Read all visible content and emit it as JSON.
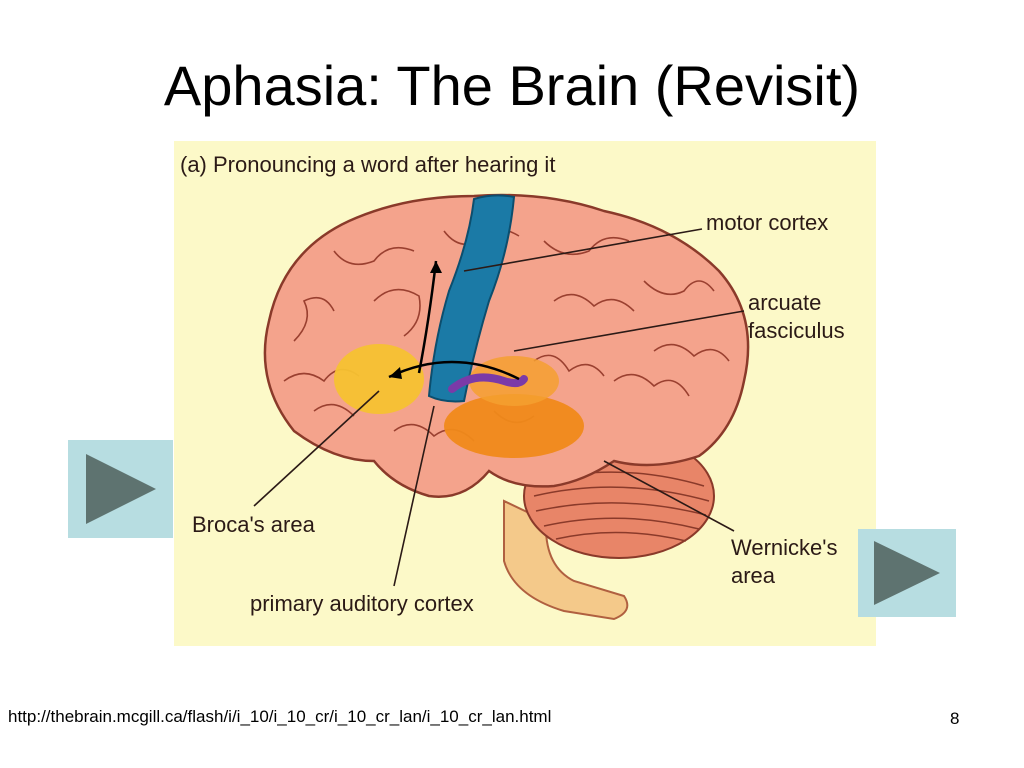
{
  "slide": {
    "title": "Aphasia: The Brain (Revisit)",
    "footer_url": "http://thebrain.mcgill.ca/flash/i/i_10/i_10_cr/i_10_cr_lan/i_10_cr_lan.html",
    "page_number": "8"
  },
  "figure": {
    "caption": "(a) Pronouncing a word after hearing it",
    "labels": {
      "motor_cortex": "motor cortex",
      "arcuate_line1": "arcuate",
      "arcuate_line2": "fasciculus",
      "broca": "Broca's area",
      "wernicke_line1": "Wernicke's",
      "wernicke_line2": "area",
      "auditory": "primary auditory cortex"
    }
  },
  "navigation": {
    "left_icon": "play-triangle-icon",
    "right_icon": "play-triangle-icon"
  },
  "colors": {
    "figure_background": "#fcf9c8",
    "brain": "#f2a08a",
    "motor_cortex": "#1b7aa6",
    "broca": "#f5c232",
    "wernicke": "#f08a1a",
    "arcuate": "#7b3aa8",
    "button": "#b7dde1",
    "button_arrow": "#5e7370"
  }
}
